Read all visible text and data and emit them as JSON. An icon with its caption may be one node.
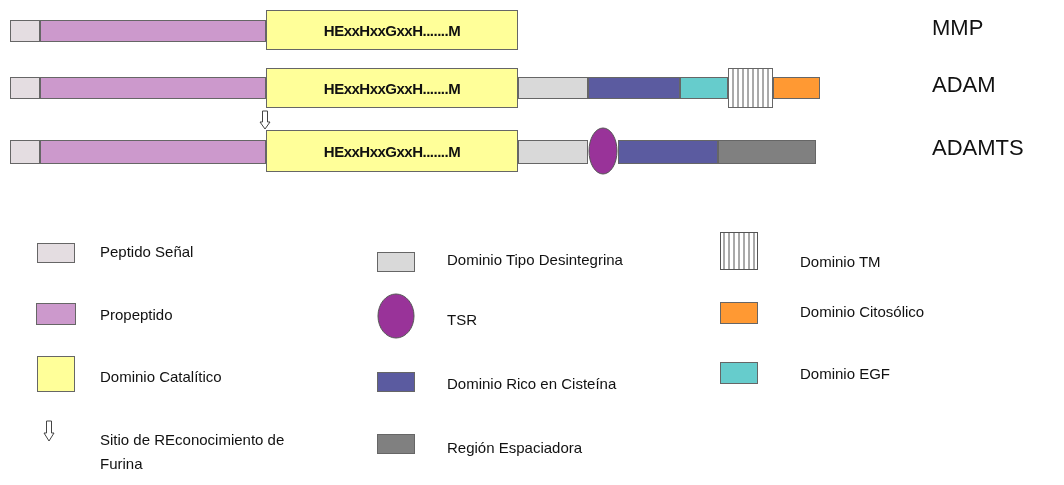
{
  "diagram": {
    "nodes": [
      {
        "text": [],
        "shape": "box"
      },
      {
        "text": [],
        "shape": "box"
      },
      {
        "text": [
          "HExxHxxGxxH.......M"
        ]
      },
      {
        "text": [],
        "shape": "box"
      },
      {
        "text": [],
        "shape": "box"
      },
      {
        "text": [
          "HExxHxxGxxH.......M"
        ]
      },
      {
        "text": [],
        "shape": "box"
      },
      {
        "text": [],
        "shape": "box"
      },
      {
        "text": [],
        "shape": "box"
      },
      {
        "text": [],
        "shape": "box"
      },
      {
        "text": [],
        "shape": "box"
      },
      {
        "text": [],
        "shape": "box"
      },
      {
        "text": [],
        "shape": "box"
      },
      {
        "text": [
          "HExxHxxGxxH.......M"
        ]
      },
      {
        "text": [],
        "shape": "box"
      },
      {
        "text": [],
        "shape": "circle"
      },
      {
        "text": [],
        "shape": "box"
      },
      {
        "text": [],
        "shape": "box"
      }
    ],
    "edges": [],
    "labels": [
      "MMP",
      "ADAM",
      "ADAMTS"
    ],
    "legend": [
      {
        "text": "Peptido Señal",
        "color": "#e4dde1"
      },
      {
        "text": "Propeptido",
        "color": "#cc99cc"
      },
      {
        "text": "Dominio Catalítico",
        "color": "#ffff99"
      },
      {
        "text": "Sitio de REconocimiento de Furina"
      },
      {
        "text": "Dominio Tipo Desintegrina",
        "color": "#d9d9d9"
      },
      {
        "text": "TSR",
        "color": "#993399"
      },
      {
        "text": "Dominio Rico en Cisteína",
        "color": "#5b5ba0"
      },
      {
        "text": "Región Espaciadora",
        "color": "#808080"
      },
      {
        "text": "Dominio TM"
      },
      {
        "text": "Dominio Citosólico",
        "color": "#ff9933"
      },
      {
        "text": "Dominio EGF",
        "color": "#66cccc"
      }
    ]
  }
}
